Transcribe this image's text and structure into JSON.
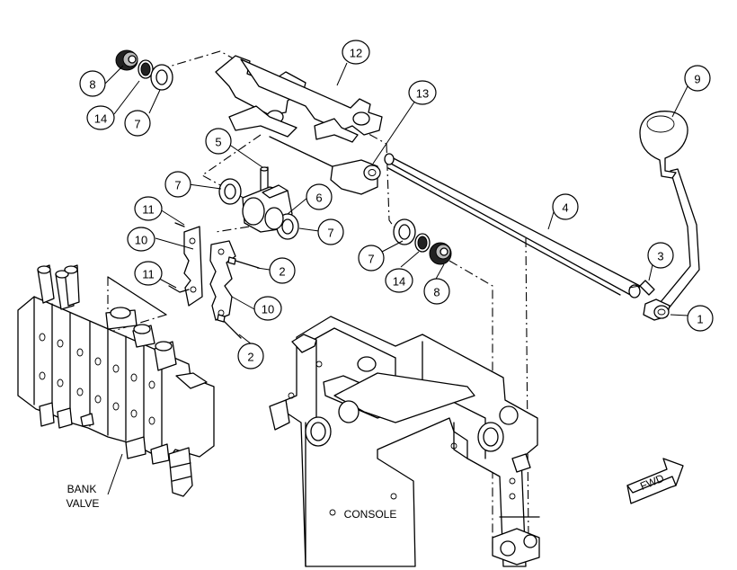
{
  "callouts": [
    {
      "id": "c1",
      "text": "1"
    },
    {
      "id": "c2a",
      "text": "2"
    },
    {
      "id": "c2b",
      "text": "2"
    },
    {
      "id": "c3",
      "text": "3"
    },
    {
      "id": "c4",
      "text": "4"
    },
    {
      "id": "c5",
      "text": "5"
    },
    {
      "id": "c6",
      "text": "6"
    },
    {
      "id": "c7a",
      "text": "7"
    },
    {
      "id": "c7b",
      "text": "7"
    },
    {
      "id": "c7c",
      "text": "7"
    },
    {
      "id": "c7d",
      "text": "7"
    },
    {
      "id": "c8a",
      "text": "8"
    },
    {
      "id": "c8b",
      "text": "8"
    },
    {
      "id": "c9",
      "text": "9"
    },
    {
      "id": "c10a",
      "text": "10"
    },
    {
      "id": "c10b",
      "text": "10"
    },
    {
      "id": "c11a",
      "text": "11"
    },
    {
      "id": "c11b",
      "text": "11"
    },
    {
      "id": "c12",
      "text": "12"
    },
    {
      "id": "c13",
      "text": "13"
    },
    {
      "id": "c14a",
      "text": "14"
    },
    {
      "id": "c14b",
      "text": "14"
    }
  ],
  "labels": {
    "bank_valve_line1": "BANK",
    "bank_valve_line2": "VALVE",
    "console": "CONSOLE",
    "fwd": "FWD"
  }
}
